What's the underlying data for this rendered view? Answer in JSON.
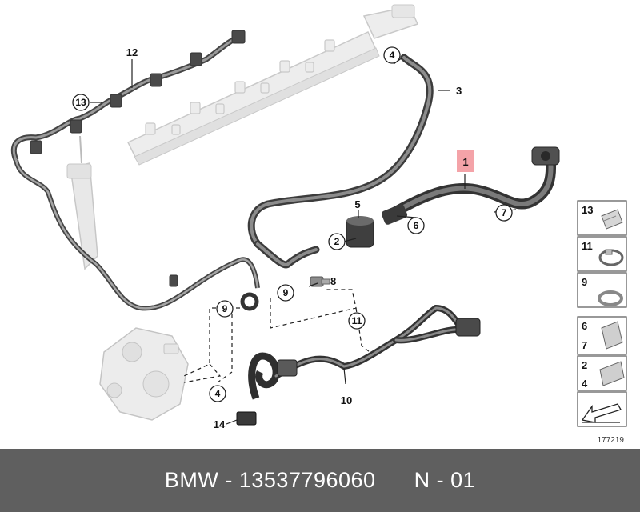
{
  "callouts": {
    "c1": "1",
    "c2": "2",
    "c3": "3",
    "c4a": "4",
    "c4b": "4",
    "c5": "5",
    "c6": "6",
    "c7": "7",
    "c8": "8",
    "c9": "9",
    "c9b": "9",
    "c10": "10",
    "c11": "11",
    "c12": "12",
    "c13": "13",
    "c14": "14"
  },
  "legend": {
    "row13": "13",
    "row11": "11",
    "row9": "9",
    "row6": "6",
    "row7": "7",
    "row2": "2",
    "row4": "4"
  },
  "reference_number": "177219",
  "footer": {
    "brand": "BMW",
    "part_number": "13537796060",
    "code": "N - 01"
  },
  "colors": {
    "highlight": "#f4a3a8",
    "footer_bg": "#5f5f5f",
    "hose": "#555555"
  },
  "icons": [
    "fuel-rail",
    "injector",
    "high-pressure-pump",
    "wiring-harness",
    "hose-clamp",
    "seal-ring",
    "arrow-icon"
  ]
}
